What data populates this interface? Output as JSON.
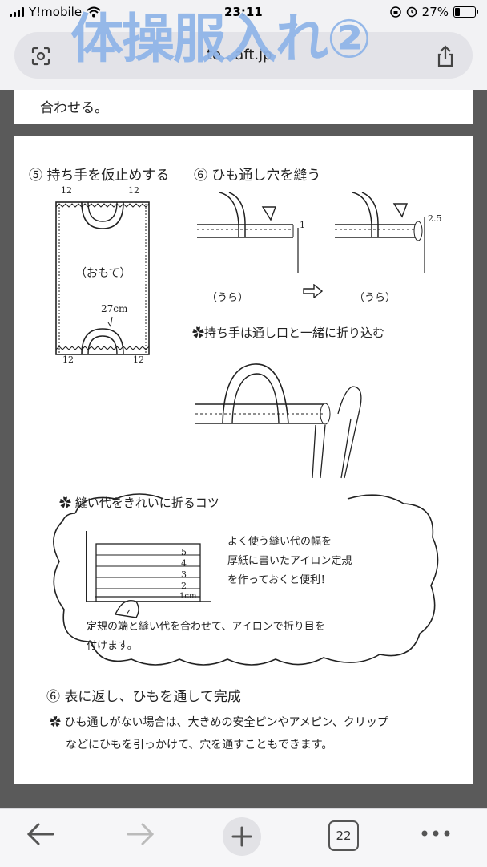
{
  "status_bar": {
    "carrier": "Y!mobile",
    "time": "23:11",
    "battery": "27%",
    "battery_level": 0.27
  },
  "browser": {
    "domain": "te...aft.jp",
    "tab_count": "22"
  },
  "overlay_title": "体操服入れ②",
  "document": {
    "prev_tail": "合わせる。",
    "step5_title": "⑤ 持ち手を仮止めする",
    "step5_labels": {
      "top_left": "12",
      "top_right": "12",
      "face": "（おもて）",
      "handle": "27cm",
      "bottom_left": "12",
      "bottom_right": "12"
    },
    "step6_title": "⑥ ひも通し穴を縫う",
    "step6_labels": {
      "dim1": "1",
      "dim2": "2.5",
      "back1": "（うら）",
      "back2": "（うら）"
    },
    "step6_note": "✿持ち手は通し口と一緒に折り込む",
    "tip_heading": "✿ 縫い代をきれいに折るコツ",
    "ruler_marks": [
      "5",
      "4",
      "3",
      "2",
      "1cm"
    ],
    "tip_text1": "よく使う縫い代の幅を",
    "tip_text2": "厚紙に書いたアイロン定規",
    "tip_text3": "を作っておくと便利！",
    "tip_caption1": "定規の端と縫い代を合わせて、アイロンで折り目を",
    "tip_caption2": "付けます。",
    "step7_title": "⑥ 表に返し、ひもを通して完成",
    "step7_note1": "✿ ひも通しがない場合は、大きめの安全ピンやアメピン、クリップ",
    "step7_note2": "などにひもを引っかけて、穴を通すこともできます。"
  }
}
